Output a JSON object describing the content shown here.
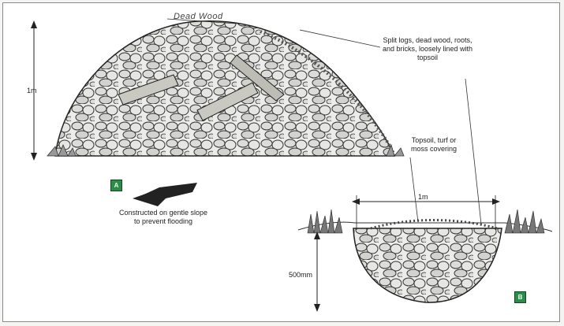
{
  "labels": {
    "top_label": "Dead Wood",
    "logs": "Split logs, dead wood, roots,\nand bricks, loosely lined with\ntopsoil",
    "height_a": "1m",
    "topsoil": "Topsoil, turf or\nmoss covering",
    "slope": "Constructed on gentle slope\nto prevent flooding",
    "width_b": "1m",
    "depth_b": "500mm"
  },
  "badges": {
    "a": "A",
    "b": "B"
  },
  "colors": {
    "badge": "#2d8a4a",
    "ink": "#2a2a2a",
    "stone": "#d8d8d4"
  }
}
